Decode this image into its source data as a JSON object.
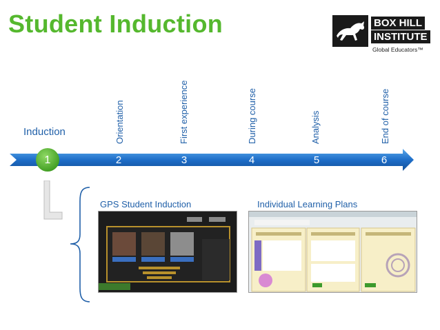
{
  "slide": {
    "title": "Student Induction"
  },
  "logo": {
    "line1": "BOX HILL",
    "line2": "INSTITUTE",
    "tagline": "Global Educators™"
  },
  "timeline": {
    "start_label": "Induction",
    "steps": [
      {
        "number": "1",
        "label": ""
      },
      {
        "number": "2",
        "label": "Orientation"
      },
      {
        "number": "3",
        "label": "First experience"
      },
      {
        "number": "4",
        "label": "During course"
      },
      {
        "number": "5",
        "label": "Analysis"
      },
      {
        "number": "6",
        "label": "End of course"
      }
    ]
  },
  "panels": [
    {
      "caption": "GPS Student Induction"
    },
    {
      "caption": "Individual Learning Plans"
    }
  ],
  "colors": {
    "title_green": "#55b82e",
    "timeline_blue": "#1f5fa8",
    "step1_green": "#59b52f"
  }
}
